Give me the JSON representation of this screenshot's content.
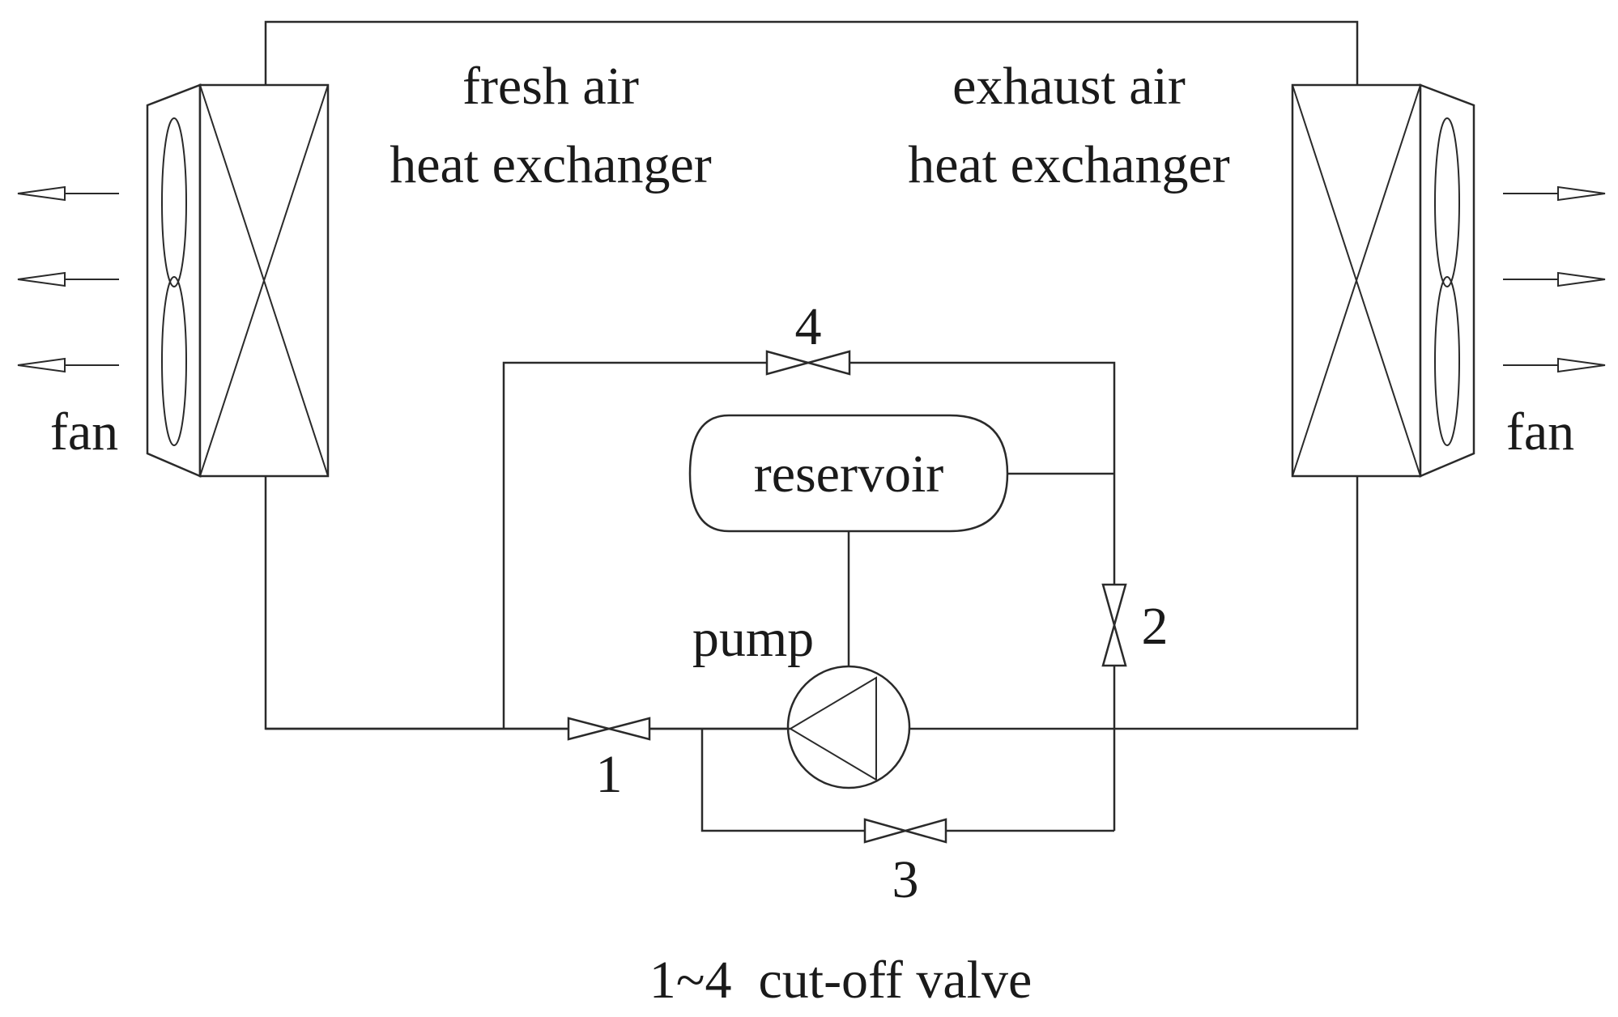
{
  "labels": {
    "fresh_air_line1": "fresh air",
    "fresh_air_line2": "heat exchanger",
    "exhaust_air_line1": "exhaust air",
    "exhaust_air_line2": "heat exchanger",
    "fan_left": "fan",
    "fan_right": "fan",
    "reservoir": "reservoir",
    "pump": "pump",
    "valve_1": "1",
    "valve_2": "2",
    "valve_3": "3",
    "valve_4": "4",
    "caption": "1~4  cut-off valve"
  },
  "colors": {
    "line": "#2a2a2a",
    "text": "#1a1a1a",
    "background": "#ffffff"
  }
}
